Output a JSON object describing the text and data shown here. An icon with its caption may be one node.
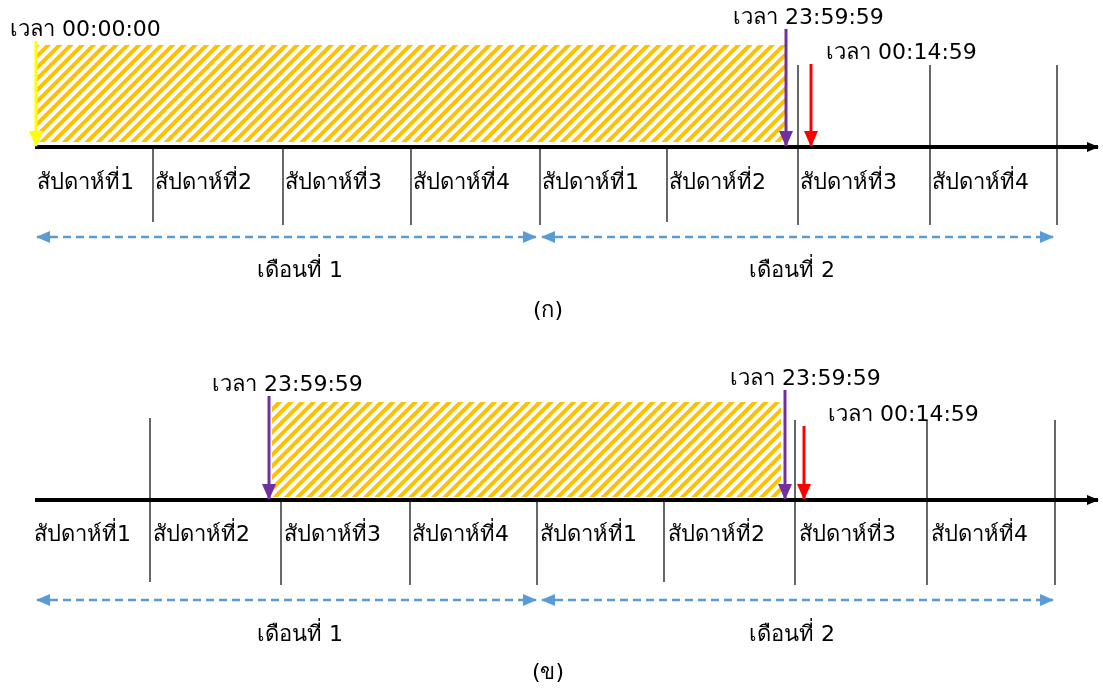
{
  "diagram": {
    "nodes": [
      {
        "text": [
          "เวลา 00:00:00"
        ]
      },
      {
        "text": [
          "เวลา 23:59:59"
        ]
      },
      {
        "text": [
          "เวลา 00:14:59"
        ]
      },
      {
        "text": [
          "เวลา 23:59:59"
        ]
      },
      {
        "text": [
          "เวลา 23:59:59"
        ]
      },
      {
        "text": [
          "เวลา 00:14:59"
        ]
      },
      {
        "text": [],
        "shape": "bar"
      },
      {
        "text": [],
        "shape": "line"
      },
      {
        "text": [],
        "shape": "bar"
      },
      {
        "text": [],
        "shape": "line"
      }
    ],
    "edges": [
      {
        "from": 0,
        "to": 7,
        "arrow": "to",
        "color": "#ffff00"
      },
      {
        "from": 1,
        "to": 7,
        "arrow": "to",
        "color": "#7030a0"
      },
      {
        "from": 2,
        "to": 7,
        "arrow": "to",
        "color": "#ff0000"
      },
      {
        "from": 3,
        "to": 9,
        "arrow": "to",
        "color": "#7030a0"
      },
      {
        "from": 4,
        "to": 9,
        "arrow": "to",
        "color": "#7030a0"
      },
      {
        "from": 5,
        "to": 9,
        "arrow": "to",
        "color": "#ff0000"
      }
    ],
    "labels": [
      "สัปดาห์ที่1",
      "สัปดาห์ที่2",
      "สัปดาห์ที่3",
      "สัปดาห์ที่4",
      "สัปดาห์ที่1",
      "สัปดาห์ที่2",
      "สัปดาห์ที่3",
      "สัปดาห์ที่4",
      "เดือนที่ 1",
      "เดือนที่ 2",
      "(ก)",
      "สัปดาห์ที่1",
      "สัปดาห์ที่2",
      "สัปดาห์ที่3",
      "สัปดาห์ที่4",
      "สัปดาห์ที่1",
      "สัปดาห์ที่2",
      "สัปดาห์ที่3",
      "สัปดาห์ที่4",
      "เดือนที่ 1",
      "เดือนที่ 2",
      "(ข)"
    ]
  }
}
